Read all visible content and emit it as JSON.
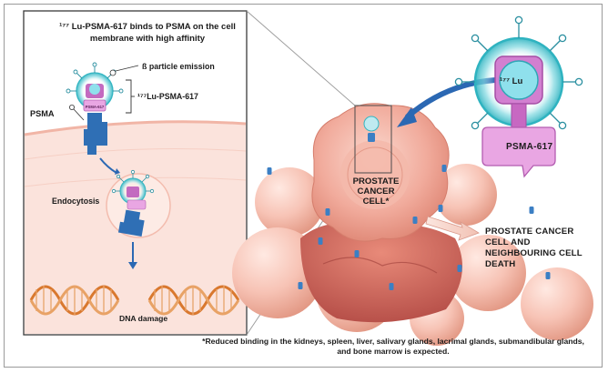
{
  "panel": {
    "top_caption": "¹⁷⁷ Lu-PSMA-617 binds to PSMA on the cell membrane with high affinity",
    "beta_label": "ß particle emission",
    "ligand_label": "¹⁷⁷Lu-PSMA-617",
    "receptor_label": "PSMA",
    "endocytosis_label": "Endocytosis",
    "dna_label": "DNA damage",
    "molecule_tag": "PSMA-617"
  },
  "main": {
    "cell_label": "PROSTATE CANCER CELL*",
    "death_label": "PROSTATE CANCER CELL AND NEIGHBOURING CELL DEATH"
  },
  "zoom": {
    "isotope_label": "¹⁷⁷ Lu",
    "compound_label": "PSMA-617"
  },
  "footnote": "*Reduced binding in the kidneys, spleen, liver, salivary glands, lacrimal glands, submandibular glands, and bone marrow is expected.",
  "colors": {
    "cell_pink": "#f2b4a8",
    "cell_deep": "#e48f7e",
    "receptor_blue": "#2f6fb5",
    "halo_teal": "#34b6c3",
    "ligand_magenta": "#cc6fc8",
    "dna_orange": "#d9782e",
    "panel_bg": "#fbe3dc"
  }
}
